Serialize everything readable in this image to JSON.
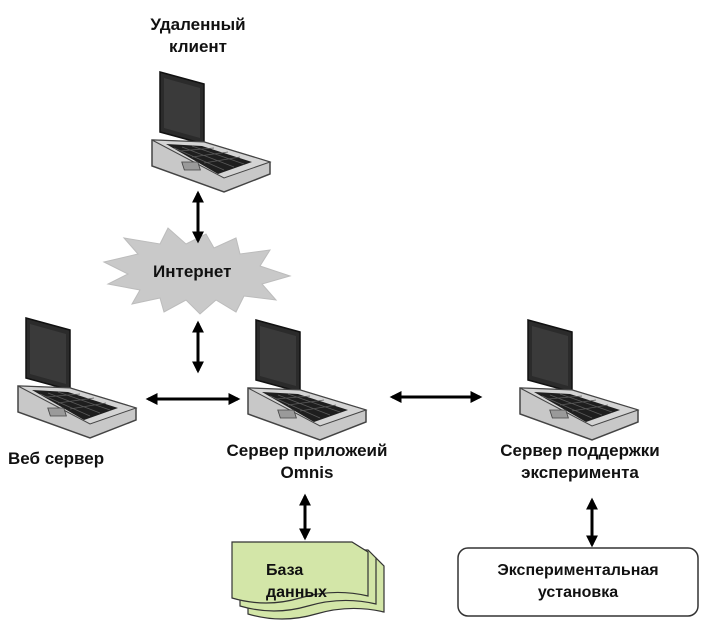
{
  "nodes": {
    "remote_client": {
      "line1": "Удаленный",
      "line2": "клиент",
      "icon": "laptop-icon"
    },
    "internet": {
      "label": "Интернет",
      "icon": "cloud-burst-icon"
    },
    "web_server": {
      "label": "Веб сервер",
      "icon": "laptop-icon"
    },
    "app_server": {
      "line1": "Сервер приложеий",
      "line2": "Omnis",
      "icon": "laptop-icon"
    },
    "experiment_server": {
      "line1": "Сервер поддержки",
      "line2": "эксперимента",
      "icon": "laptop-icon"
    },
    "database": {
      "line1": "База",
      "line2": "данных",
      "icon": "document-stack-icon"
    },
    "experimental_setup": {
      "line1": "Экспериментальная",
      "line2": "установка"
    }
  },
  "colors": {
    "laptop_body": "#c8c8c8",
    "laptop_screen": "#2b2b2b",
    "keyboard": "#1e1e1e",
    "burst": "#c9c9c9",
    "database_fill": "#d3e6a8",
    "arrow": "#000000"
  }
}
